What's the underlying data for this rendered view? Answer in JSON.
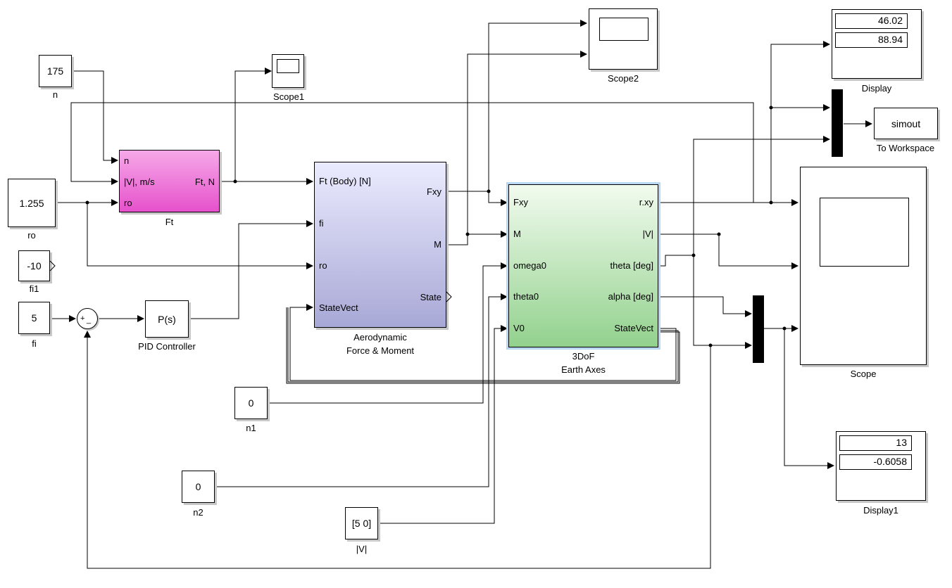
{
  "blocks": {
    "n": {
      "value": "175",
      "label": "n"
    },
    "ro": {
      "value": "1.255",
      "label": "ro"
    },
    "fi1": {
      "value": "-10",
      "label": "fi1"
    },
    "fi": {
      "value": "5",
      "label": "fi"
    },
    "n1": {
      "value": "0",
      "label": "n1"
    },
    "n2": {
      "value": "0",
      "label": "n2"
    },
    "v": {
      "value": "[5 0]",
      "label": "|V|"
    },
    "sum": {
      "plus": "+",
      "minus": "_"
    },
    "pid": {
      "value": "P(s)",
      "label": "PID Controller"
    },
    "ft": {
      "label": "Ft",
      "in_ports": [
        "n",
        "|V|, m/s",
        "ro"
      ],
      "out_port": "Ft, N"
    },
    "aero": {
      "label_line1": "Aerodynamic",
      "label_line2": "Force & Moment",
      "in_ports": [
        "Ft (Body) [N]",
        "fi",
        "ro",
        "StateVect"
      ],
      "out_ports": [
        "Fxy",
        "M",
        "State"
      ]
    },
    "dof": {
      "label_line1": "3DoF",
      "label_line2": "Earth Axes",
      "in_ports": [
        "Fxy",
        "M",
        "omega0",
        "theta0",
        "V0"
      ],
      "out_ports": [
        "r.xy",
        "|V|",
        "theta [deg]",
        "alpha [deg]",
        "StateVect"
      ]
    },
    "scope1": {
      "label": "Scope1"
    },
    "scope2": {
      "label": "Scope2"
    },
    "scope": {
      "label": "Scope"
    },
    "display": {
      "label": "Display",
      "values": [
        "46.02",
        "88.94"
      ]
    },
    "display1": {
      "label": "Display1",
      "values": [
        "13",
        "-0.6058"
      ]
    },
    "simout": {
      "value": "simout",
      "label": "To Workspace"
    }
  }
}
